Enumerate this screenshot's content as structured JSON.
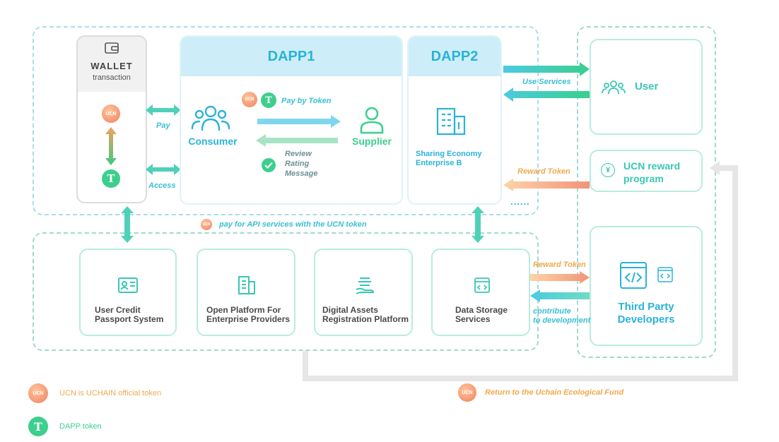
{
  "wallet": {
    "title": "WALLET",
    "subtitle": "transaction"
  },
  "dapp1": {
    "title": "DAPP1",
    "consumer": "Consumer",
    "supplier": "Supplier",
    "pay_by_token": "Pay by Token",
    "review_lines": [
      "Review",
      "Rating",
      "Message"
    ]
  },
  "dapp2": {
    "title": "DAPP2",
    "enterprise_lines": [
      "Sharing Economy",
      "Enterprise B"
    ]
  },
  "arrows": {
    "pay": "Pay",
    "access": "Access",
    "use_services": "Use Services",
    "reward_token_top": "Reward Token",
    "reward_token_bottom": "Reward Token",
    "contribute_lines": [
      "contribute",
      "to development"
    ],
    "api_pay": "pay for API services with the UCN token",
    "ellipsis": "......"
  },
  "right": {
    "user": "User",
    "reward_lines": [
      "UCN reward",
      "program"
    ],
    "developers_lines": [
      "Third Party",
      "Developers"
    ]
  },
  "platforms": [
    {
      "lines": [
        "User Credit",
        "Passport  System"
      ],
      "icon": "id-card-icon"
    },
    {
      "lines": [
        "Open Platform For",
        "Enterprise Providers"
      ],
      "icon": "building-icon"
    },
    {
      "lines": [
        "Digital Assets",
        "Registration Platform"
      ],
      "icon": "hand-coins-icon"
    },
    {
      "lines": [
        "Data Storage",
        "Services"
      ],
      "icon": "code-window-icon"
    }
  ],
  "fund_label": "Return to the Uchain Ecological Fund",
  "legend": {
    "ucn": "UCN is UCHAIN official token",
    "dapp_token": "DAPP token"
  },
  "coins": {
    "ucn": "UCN",
    "token": "T"
  },
  "colors": {
    "teal": "#39c7b3",
    "blue": "#2ab3d9",
    "orange": "#f0a94d",
    "green": "#3ccf8e"
  }
}
